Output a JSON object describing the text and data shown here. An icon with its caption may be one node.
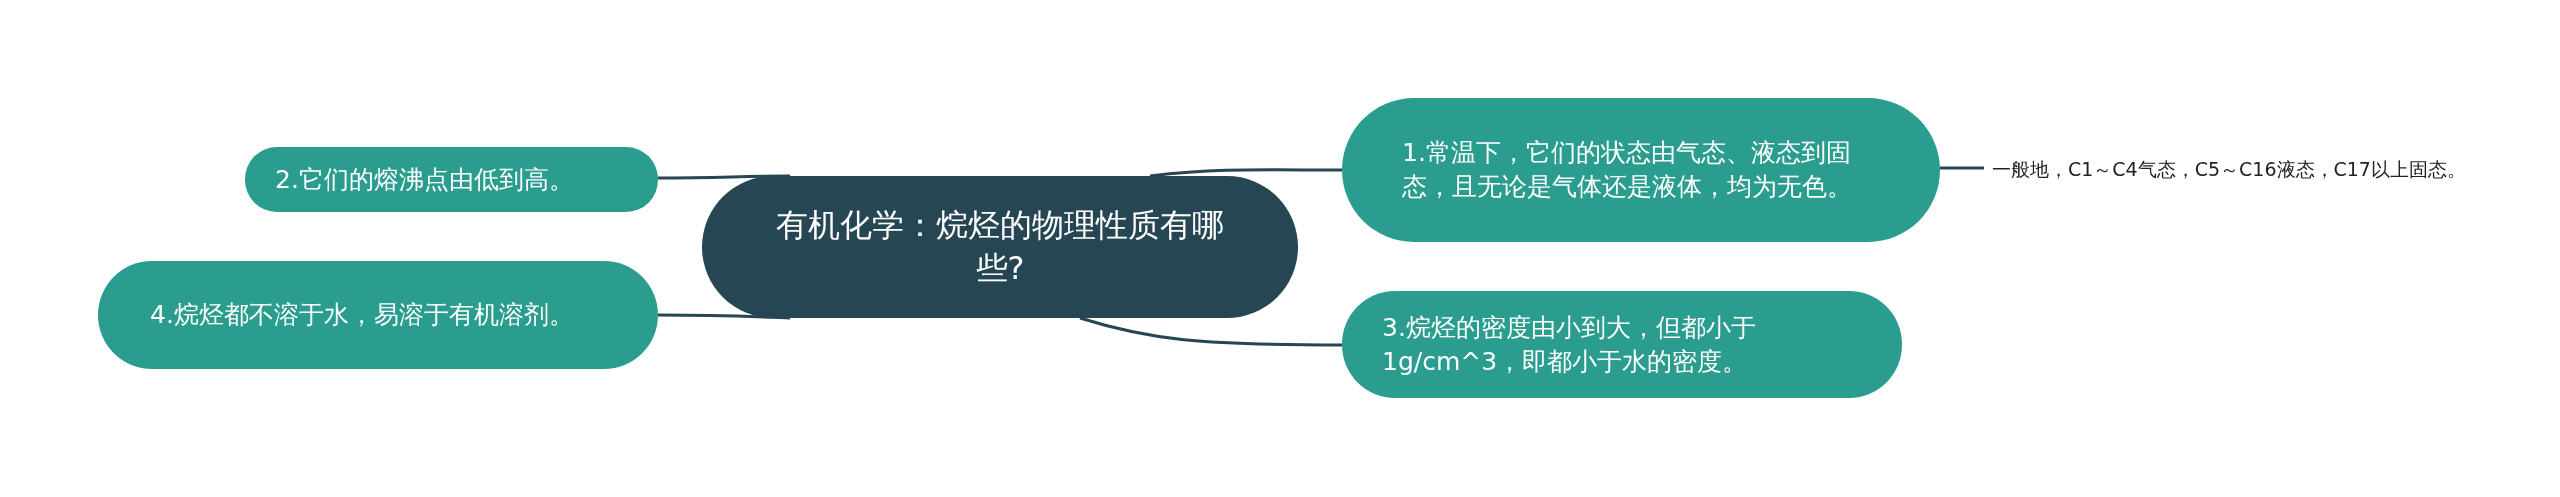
{
  "diagram": {
    "nodes": [
      {
        "text": [
          "有机化学：烷烃的物理性质有哪些?"
        ]
      },
      {
        "text": [
          "1.常温下，它们的状态由气态、液态到固态，且无论是气体还是液体，均为无色。"
        ]
      },
      {
        "text": [
          "一般地，C1～C4气态，C5～C16液态，C17以上固态。"
        ]
      },
      {
        "text": [
          "2.它们的熔沸点由低到高。"
        ]
      },
      {
        "text": [
          "3.烷烃的密度由小到大，但都小于1g/cm^3，即都小于水的密度。"
        ]
      },
      {
        "text": [
          "4.烷烃都不溶于水，易溶于有机溶剂。"
        ]
      }
    ],
    "edges": [
      {
        "from": 0,
        "to": 1,
        "arrow": "none"
      },
      {
        "from": 1,
        "to": 2,
        "arrow": "none"
      },
      {
        "from": 0,
        "to": 3,
        "arrow": "none"
      },
      {
        "from": 0,
        "to": 4,
        "arrow": "none"
      },
      {
        "from": 0,
        "to": 5,
        "arrow": "none"
      }
    ]
  }
}
